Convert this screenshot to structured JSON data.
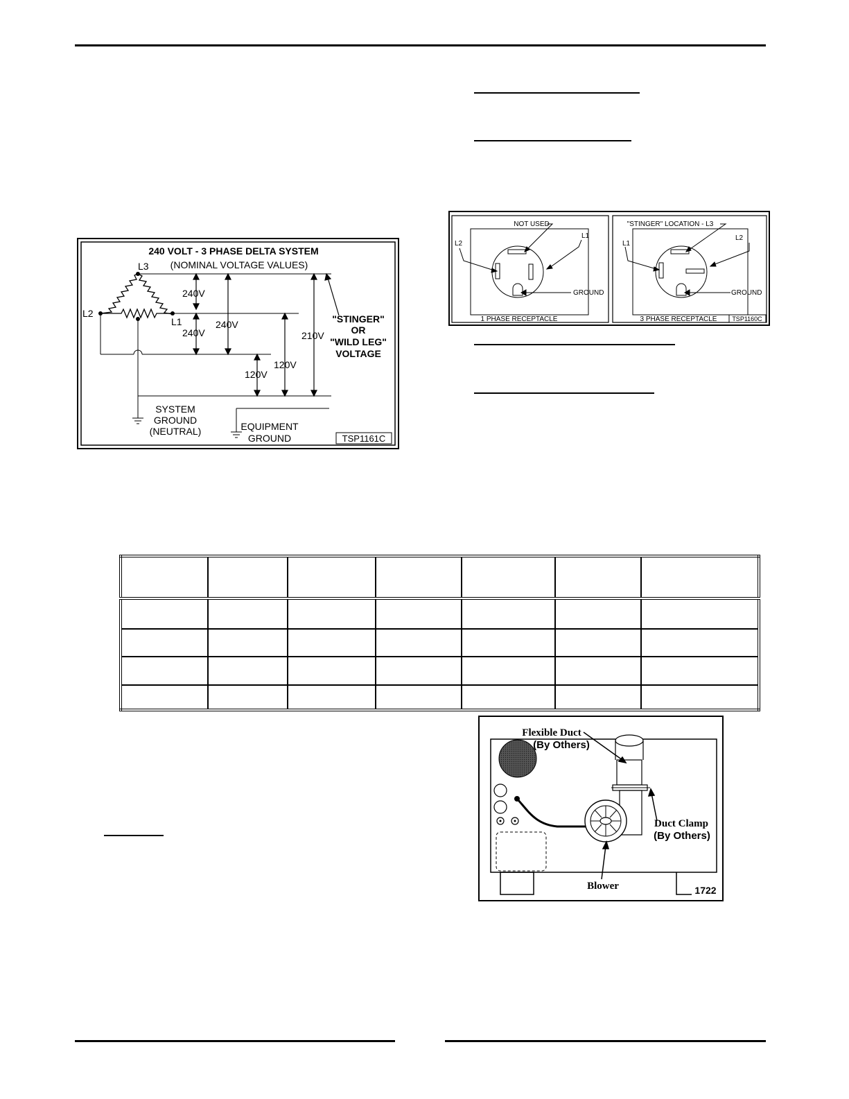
{
  "delta_figure": {
    "title": "240 VOLT - 3 PHASE DELTA SYSTEM",
    "subtitle": "(NOMINAL VOLTAGE VALUES)",
    "labels": {
      "l1": "L1",
      "l2": "L2",
      "l3": "L3",
      "v240_a": "240V",
      "v240_b": "240V",
      "v240_c": "240V",
      "v120_a": "120V",
      "v120_b": "120V",
      "v210": "210V",
      "stinger_1": "\"STINGER\"",
      "stinger_2": "OR",
      "stinger_3": "\"WILD LEG\"",
      "stinger_4": "VOLTAGE",
      "sysground_1": "SYSTEM",
      "sysground_2": "GROUND",
      "sysground_3": "(NEUTRAL)",
      "equipground_1": "EQUIPMENT",
      "equipground_2": "GROUND"
    },
    "code": "TSP1161C"
  },
  "receptacle_figure": {
    "single_phase": {
      "not_used": "NOT USED",
      "l1": "L1",
      "l2": "L2",
      "ground": "GROUND",
      "caption": "1 PHASE RECEPTACLE"
    },
    "three_phase": {
      "stinger_location": "\"STINGER\" LOCATION - L3",
      "l1": "L1",
      "l2": "L2",
      "ground": "GROUND",
      "caption": "3 PHASE RECEPTACLE"
    },
    "code": "TSP1160C"
  },
  "blower_figure": {
    "flexible_duct_1": "Flexible Duct",
    "flexible_duct_2": "(By Others)",
    "duct_clamp_1": "Duct Clamp",
    "duct_clamp_2": "(By Others)",
    "blower": "Blower",
    "code": "1722"
  },
  "colors": {
    "ink": "#000000",
    "paper": "#ffffff",
    "hatch": "#555555"
  }
}
